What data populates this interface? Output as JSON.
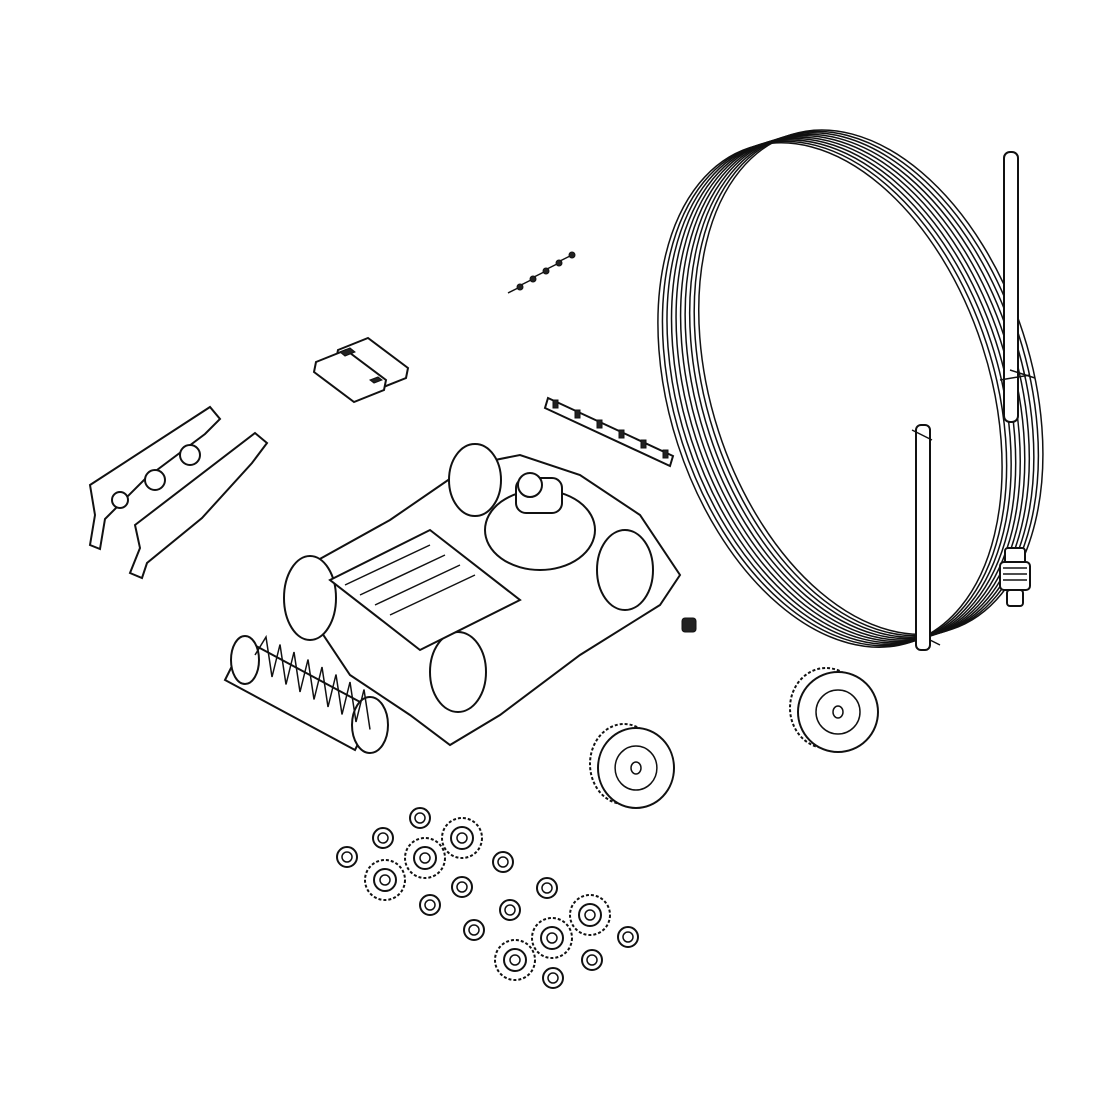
{
  "diagram": {
    "background": "#ffffff",
    "stroke": "#111111",
    "parts": [
      {
        "id": "hose-coil",
        "icon": "hose-coil-icon"
      },
      {
        "id": "hose-pole",
        "icon": "pole-icon"
      },
      {
        "id": "screws",
        "icon": "screw-icon"
      },
      {
        "id": "label-plates",
        "icon": "plate-icon"
      },
      {
        "id": "rail-bar",
        "icon": "bar-icon"
      },
      {
        "id": "front-bracket",
        "icon": "bracket-icon"
      },
      {
        "id": "cleaner-body",
        "icon": "chassis-icon"
      },
      {
        "id": "brush-roller",
        "icon": "roller-icon"
      },
      {
        "id": "small-spring",
        "icon": "spring-icon"
      },
      {
        "id": "swivel-connector",
        "icon": "connector-icon"
      },
      {
        "id": "wheel-right",
        "icon": "wheel-icon"
      },
      {
        "id": "wheel-left",
        "icon": "wheel-icon"
      },
      {
        "id": "gear-set",
        "icon": "gear-icon"
      },
      {
        "id": "bushings",
        "icon": "bushing-icon"
      }
    ]
  }
}
